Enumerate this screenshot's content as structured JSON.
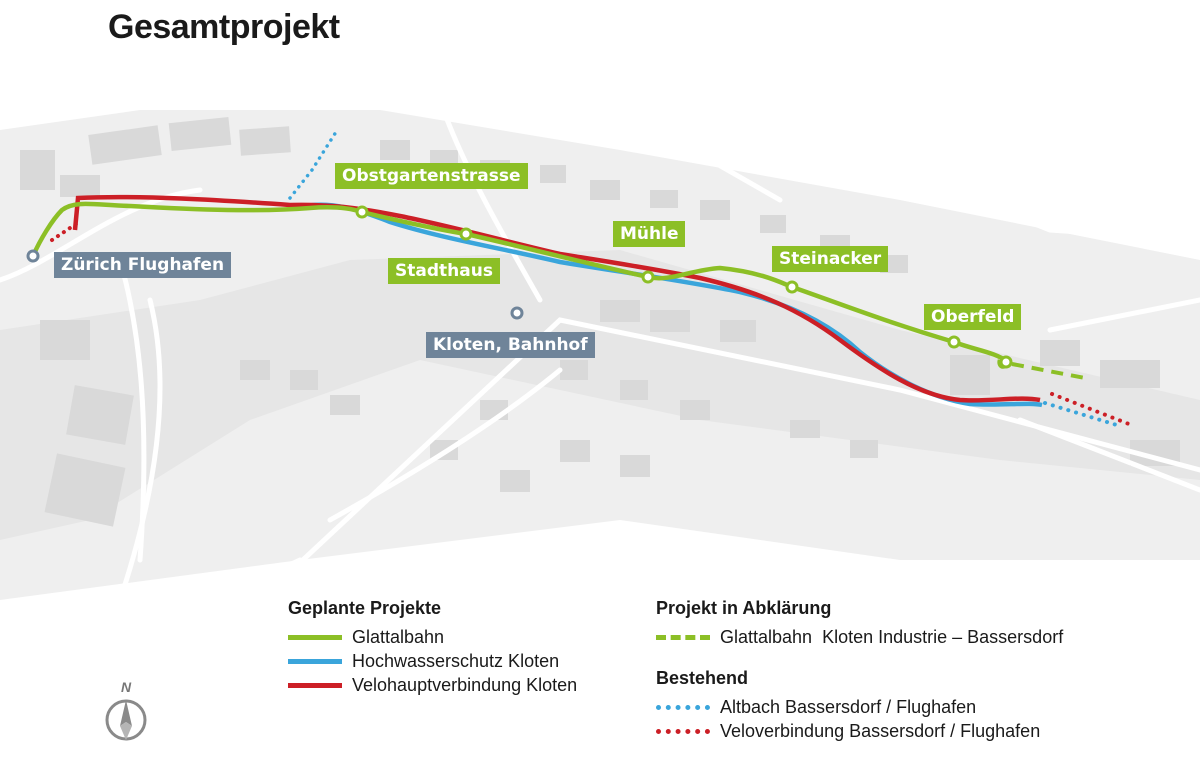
{
  "title": "Gesamtprojekt",
  "colors": {
    "glattalbahn": "#8cbf26",
    "hochwasserschutz": "#3aa5db",
    "velohauptverbindung": "#cc1f26",
    "label_green": "#8cbf26",
    "label_gray": "#6f8499"
  },
  "stations": {
    "obstgartenstrasse": "Obstgartenstrasse",
    "stadthaus": "Stadthaus",
    "muehle": "Mühle",
    "steinacker": "Steinacker",
    "oberfeld": "Oberfeld"
  },
  "places": {
    "zuerich_flughafen": "Zürich Flughafen",
    "kloten_bahnhof": "Kloten, Bahnhof"
  },
  "legend": {
    "geplant": {
      "heading": "Geplante Projekte",
      "items": [
        "Glattalbahn",
        "Hochwasserschutz Kloten",
        "Velohauptverbindung Kloten"
      ]
    },
    "abklaerung": {
      "heading": "Projekt in Abklärung",
      "items": [
        "Glattalbahn  Kloten Industrie – Bassersdorf"
      ]
    },
    "bestehend": {
      "heading": "Bestehend",
      "items": [
        "Altbach Bassersdorf / Flughafen",
        "Veloverbindung Bassersdorf / Flughafen"
      ]
    }
  },
  "compass_label": "N",
  "icons": [
    "north-arrow-icon",
    "station-marker-icon"
  ]
}
